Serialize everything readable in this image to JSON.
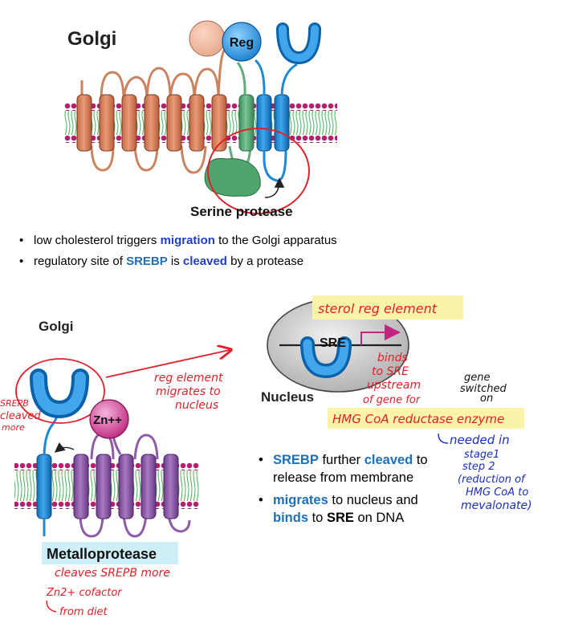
{
  "top": {
    "title": "Golgi",
    "reg_label": "Reg",
    "protease_label": "Serine protease",
    "bullets": [
      {
        "before": "low cholesterol triggers ",
        "em": "migration",
        "after": " to the Golgi apparatus"
      },
      {
        "before": "regulatory site of ",
        "em1": "SREBP",
        "mid1": " is ",
        "em2": "cleaved",
        "after": " by a protease"
      }
    ]
  },
  "bottom": {
    "title": "Golgi",
    "zn_label": "Zn++",
    "metallo_label": "Metalloprotease",
    "nucleus_label": "Nucleus",
    "sre_label": "SRE",
    "bullets": [
      {
        "em1": "SREBP",
        "mid1": " further ",
        "em2": "cleaved",
        "after": " to release from membrane"
      },
      {
        "em1": "migrates",
        "mid1": " to nucleus and ",
        "em2": "binds",
        "mid2": " to ",
        "strong": "SRE",
        "after": " on DNA"
      }
    ]
  },
  "annotations": {
    "sterol": "sterol reg element",
    "binds": [
      "binds",
      "to SRE",
      "upstream",
      "of gene for"
    ],
    "hmg": "HMG CoA reductase enzyme",
    "gene_on": [
      "gene",
      "switched",
      "on"
    ],
    "needed": [
      "needed in",
      "stage1",
      "step 2",
      "(reduction of",
      "HMG CoA to",
      "mevalonate)"
    ],
    "reg_migrates": [
      "reg element",
      "migrates to",
      "nucleus"
    ],
    "srepb_cleaved": [
      "SREPB",
      "cleaved",
      "more"
    ],
    "cleaves_more": "cleaves SREPB more",
    "cofactor": "Zn2+ cofactor",
    "from_diet": "from diet"
  },
  "colors": {
    "helix_orange": "#d9845f",
    "helix_green": "#5fad7a",
    "helix_blue": "#1e88d6",
    "helix_purple": "#8e5ba6",
    "membrane_head": "#b0206e",
    "membrane_tail": "#4caf50",
    "annotation_red": "#e0202a",
    "highlight_yellow": "#fbf3a8",
    "highlight_cyan": "#cfeff7"
  }
}
